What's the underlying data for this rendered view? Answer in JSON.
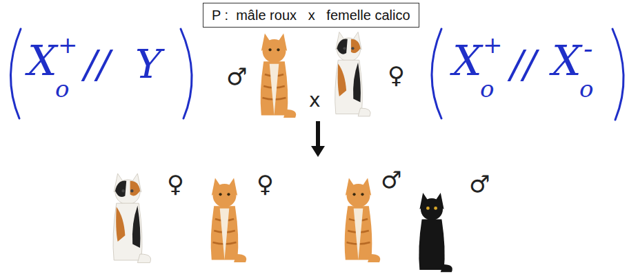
{
  "diagram": {
    "nodes": [
      {
        "text": [
          "P :  mâle roux   x   femelle calico"
        ]
      }
    ],
    "labels": [
      "X",
      "o",
      "+",
      "//",
      "Y",
      "♂",
      "x",
      "♀",
      "X",
      "o",
      "+",
      "//",
      "X",
      "o",
      "-",
      "♀",
      "♀",
      "♂",
      "♂"
    ]
  }
}
